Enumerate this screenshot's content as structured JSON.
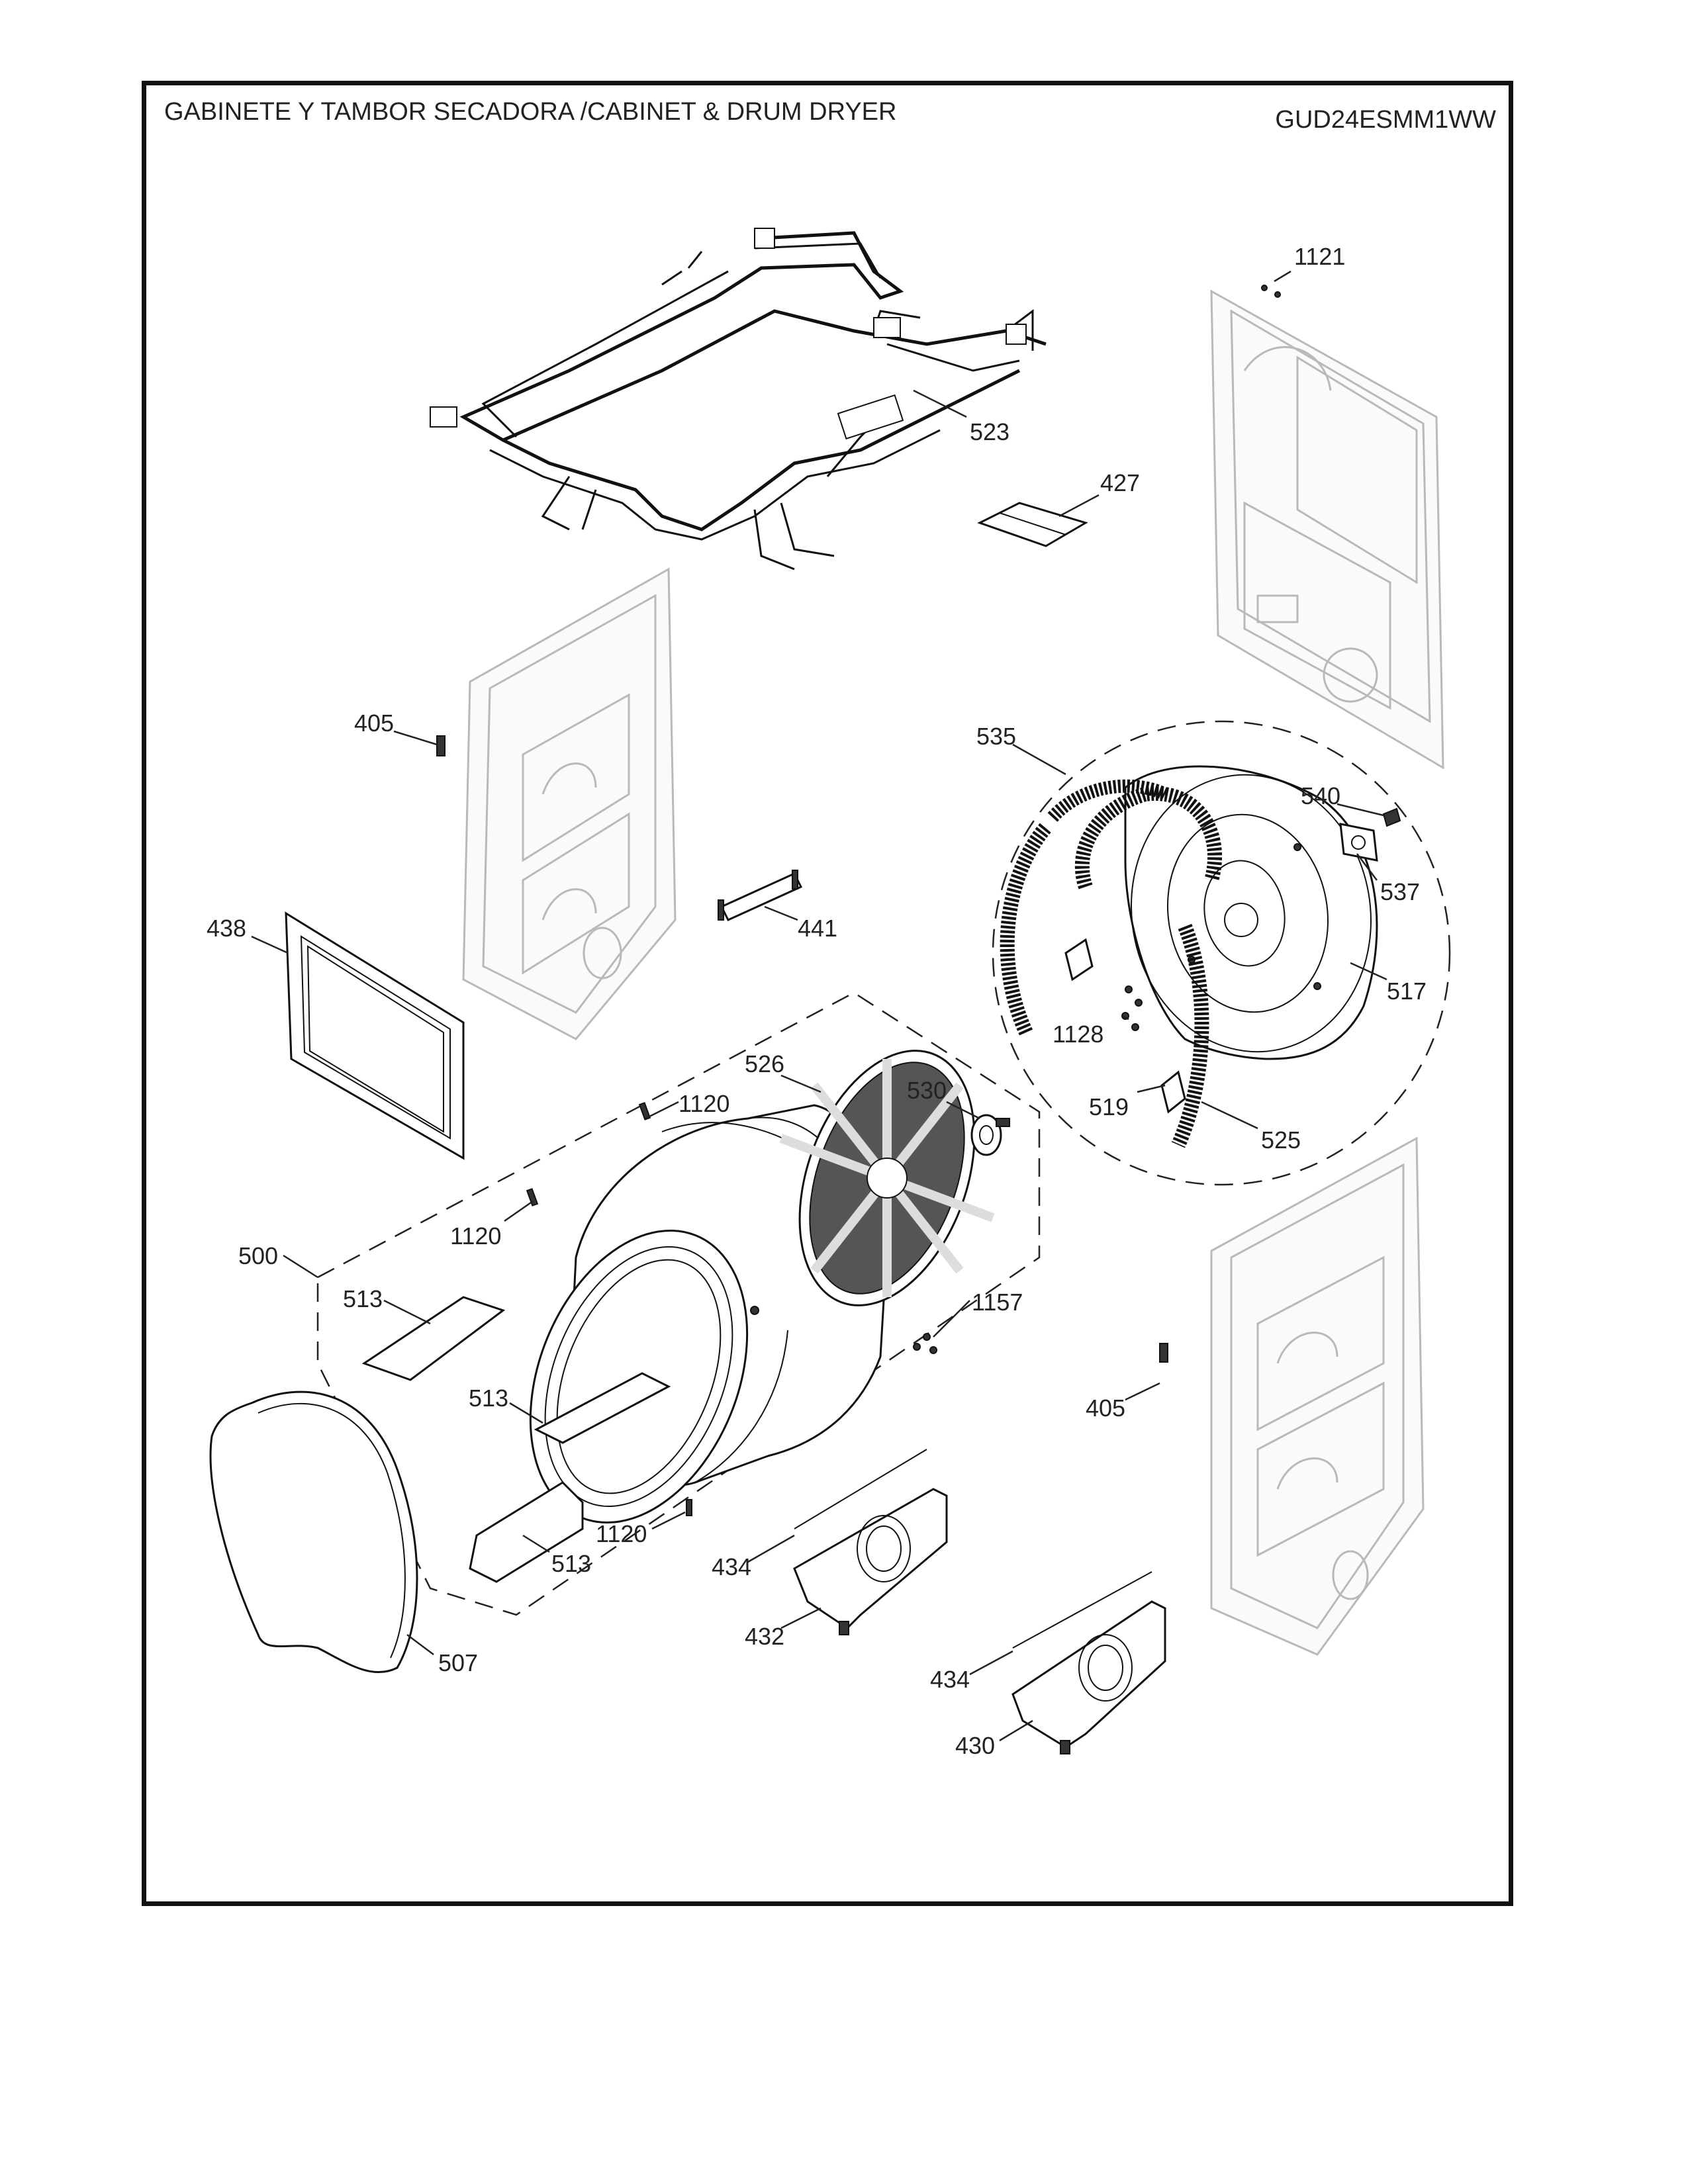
{
  "header": {
    "title": "GABINETE Y TAMBOR SECADORA /CABINET & DRUM  DRYER",
    "model": "GUD24ESMM1WW"
  },
  "callouts": {
    "p1121": "1121",
    "p523": "523",
    "p427": "427",
    "p405a": "405",
    "p535": "535",
    "p540": "540",
    "p537": "537",
    "p441": "441",
    "p438": "438",
    "p517": "517",
    "p1128": "1128",
    "p526": "526",
    "p530": "530",
    "p1120a": "1120",
    "p519": "519",
    "p525": "525",
    "p1120b": "1120",
    "p500": "500",
    "p513a": "513",
    "p1157": "1157",
    "p513b": "513",
    "p405b": "405",
    "p1120c": "1120",
    "p434a": "434",
    "p513c": "513",
    "p432": "432",
    "p507": "507",
    "p434b": "434",
    "p430": "430"
  }
}
